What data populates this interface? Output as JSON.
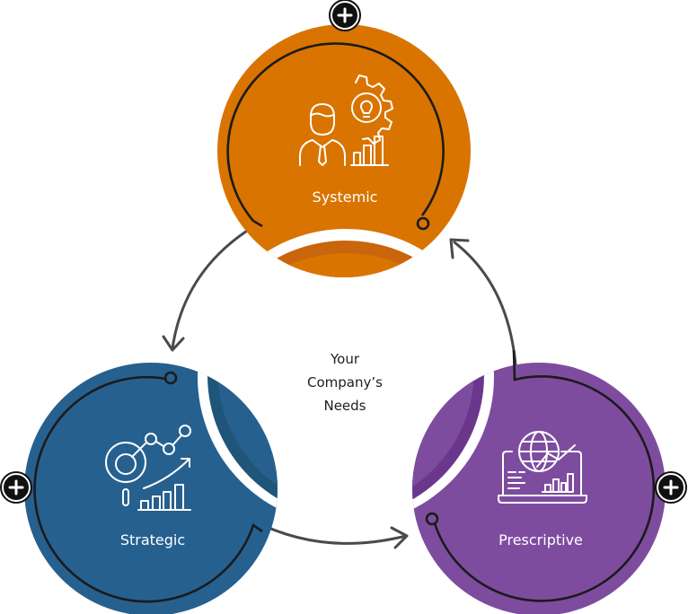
{
  "diagram": {
    "center_text": [
      "Your",
      "Company’s",
      "Needs"
    ],
    "nodes": [
      {
        "id": "systemic",
        "label": "Systemic",
        "color": "#d97400",
        "shade": "#c9650a",
        "icon": "person-gear-lightbulb-chart-icon"
      },
      {
        "id": "strategic",
        "label": "Strategic",
        "color": "#26608f",
        "shade": "#1f5578",
        "icon": "magnifier-growth-chart-icon"
      },
      {
        "id": "prescriptive",
        "label": "Prescriptive",
        "color": "#7e4c9f",
        "shade": "#6a378d",
        "icon": "laptop-globe-chart-icon"
      }
    ],
    "arrows": [
      {
        "from": "systemic",
        "to": "strategic"
      },
      {
        "from": "strategic",
        "to": "prescriptive"
      },
      {
        "from": "prescriptive",
        "to": "systemic"
      }
    ],
    "expand_buttons": [
      {
        "node": "systemic",
        "icon": "plus-circle-icon"
      },
      {
        "node": "strategic",
        "icon": "plus-circle-icon"
      },
      {
        "node": "prescriptive",
        "icon": "plus-circle-icon"
      }
    ]
  }
}
